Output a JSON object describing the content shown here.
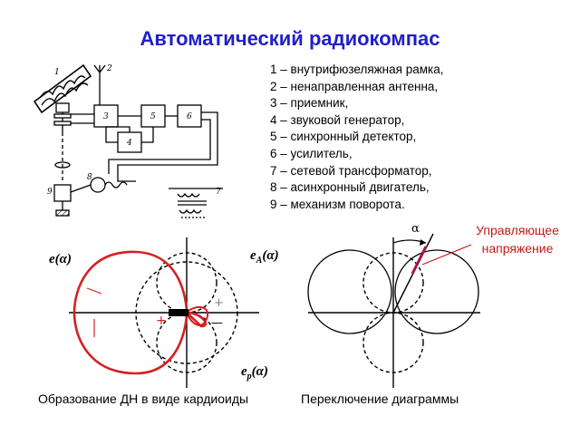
{
  "title": "Автоматический радиокомпас",
  "legend_items": [
    "1 – внутрифюзеляжная рамка,",
    "2 – ненаправленная антенна,",
    "3 – приемник,",
    "4 – звуковой генератор,",
    "5 – синхронный детектор,",
    "6 – усилитель,",
    "7 – сетевой трансформатор,",
    "8 – асинхронный двигатель,",
    "9 – механизм поворота."
  ],
  "schematic": {
    "numbers": [
      "1",
      "2",
      "3",
      "4",
      "5",
      "6",
      "7",
      "8",
      "9"
    ]
  },
  "cardioid": {
    "label_e": "e(α)",
    "label_eA_main": "e",
    "label_eA_sub": "A",
    "label_eA_arg": "(α)",
    "label_ep_main": "e",
    "label_ep_sub": "р",
    "label_ep_arg": "(α)",
    "plus": "+",
    "minus": "—",
    "plus_right": "+",
    "caption": "Образование ДН в виде кардиоиды"
  },
  "switching": {
    "alpha": "α",
    "control_line1": "Управляющее",
    "control_line2": "напряжение",
    "caption": "Переключение диаграммы"
  },
  "colors": {
    "title": "#1f1fc8",
    "cardioid": "#d42020",
    "control": "#c81818",
    "control_arrow": "#b0104a"
  }
}
